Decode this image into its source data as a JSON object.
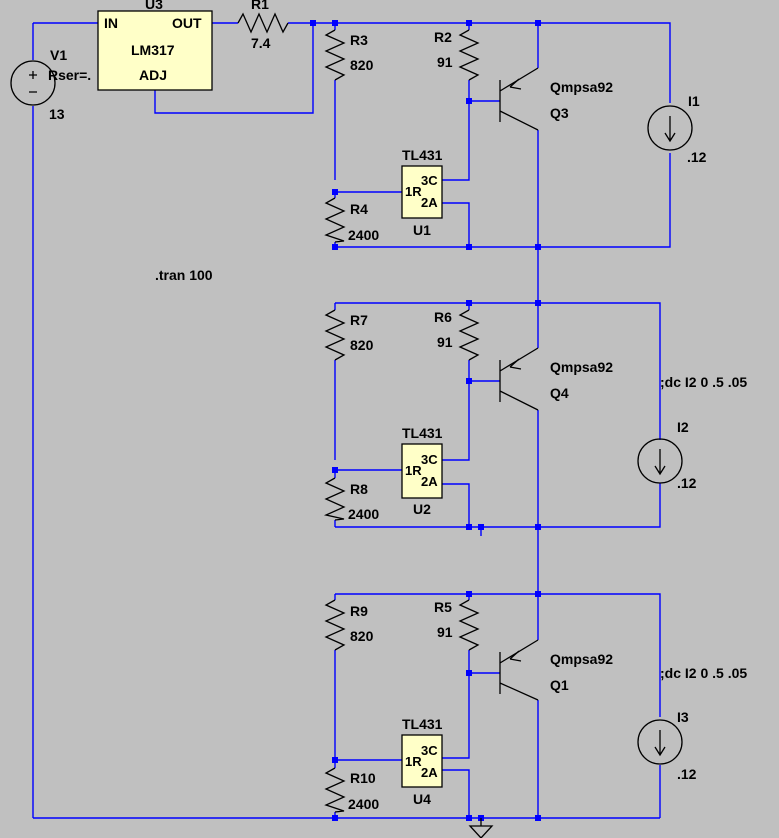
{
  "regulator": {
    "ref": "U3",
    "model": "LM317",
    "pin_in": "IN",
    "pin_out": "OUT",
    "pin_adj": "ADJ"
  },
  "source": {
    "ref": "V1",
    "rser": "Rser=.",
    "value": "13"
  },
  "sim_directive": ".tran 100",
  "resistors": {
    "R1": {
      "ref": "R1",
      "value": "7.4"
    },
    "R2": {
      "ref": "R2",
      "value": "91"
    },
    "R3": {
      "ref": "R3",
      "value": "820"
    },
    "R4": {
      "ref": "R4",
      "value": "2400"
    },
    "R5": {
      "ref": "R5",
      "value": "91"
    },
    "R6": {
      "ref": "R6",
      "value": "91"
    },
    "R7": {
      "ref": "R7",
      "value": "820"
    },
    "R8": {
      "ref": "R8",
      "value": "2400"
    },
    "R9": {
      "ref": "R9",
      "value": "820"
    },
    "R10": {
      "ref": "R10",
      "value": "2400"
    }
  },
  "transistors": {
    "Q3": {
      "ref": "Q3",
      "model": "Qmpsa92"
    },
    "Q4": {
      "ref": "Q4",
      "model": "Qmpsa92"
    },
    "Q1": {
      "ref": "Q1",
      "model": "Qmpsa92"
    }
  },
  "shunts": {
    "U1": {
      "ref": "U1",
      "model": "TL431",
      "pin_c": "3C",
      "pin_a": "2A",
      "pin_r": "1R"
    },
    "U2": {
      "ref": "U2",
      "model": "TL431",
      "pin_c": "3C",
      "pin_a": "2A",
      "pin_r": "1R"
    },
    "U4": {
      "ref": "U4",
      "model": "TL431",
      "pin_c": "3C",
      "pin_a": "2A",
      "pin_r": "1R"
    }
  },
  "current_sources": {
    "I1": {
      "ref": "I1",
      "value": ".12"
    },
    "I2": {
      "ref": "I2",
      "value": ".12",
      "comment": ";dc I2 0 .5 .05"
    },
    "I3": {
      "ref": "I3",
      "value": ".12",
      "comment": ";dc I2 0 .5 .05"
    }
  },
  "colors": {
    "background": "#c0c0c0",
    "wire": "#0000ff",
    "component_fill": "#ffffc8",
    "component_stroke": "#000000"
  }
}
